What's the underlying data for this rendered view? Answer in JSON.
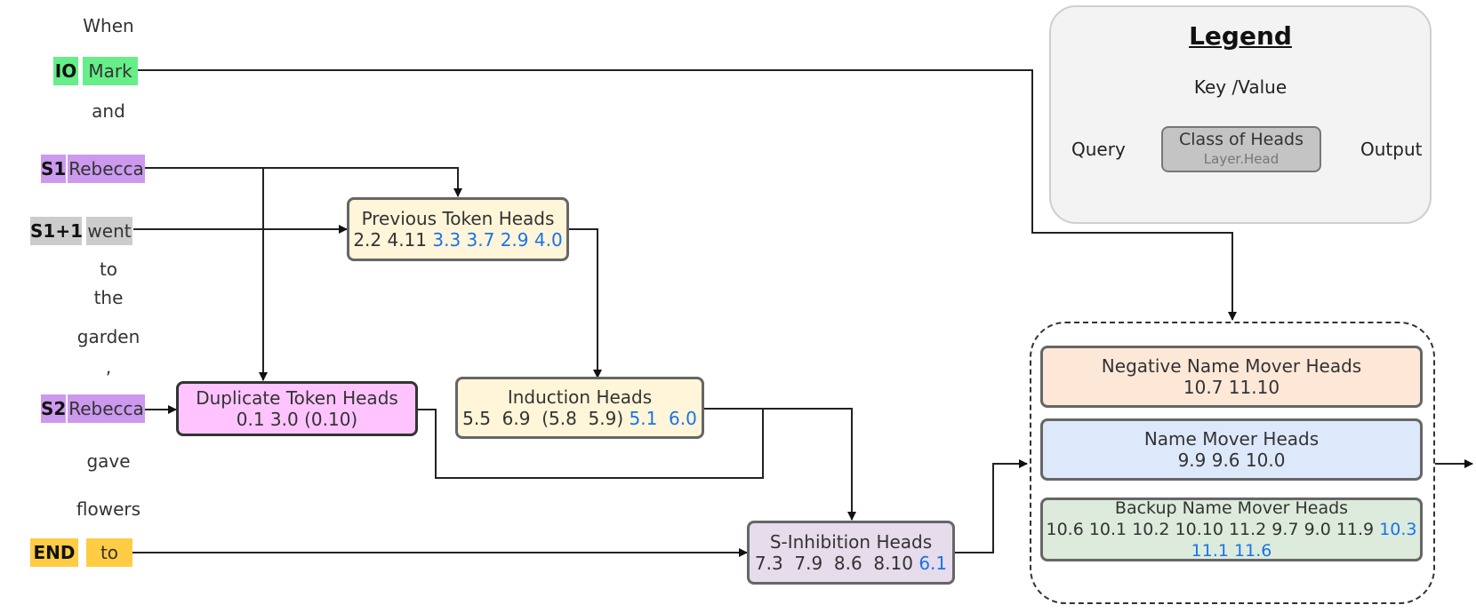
{
  "sentence": {
    "words": {
      "when": "When",
      "mark": "Mark",
      "and": "and",
      "rebecca1": "Rebecca",
      "went": "went",
      "to1": "to",
      "the": "the",
      "garden": "garden",
      "comma": ",",
      "rebecca2": "Rebecca",
      "gave": "gave",
      "flowers": "flowers",
      "to2": "to"
    },
    "tags": {
      "io": "IO",
      "s1": "S1",
      "s1p1": "S1+1",
      "s2": "S2",
      "end": "END"
    }
  },
  "colors": {
    "io": "#66ee88",
    "subject": "#cc99ee",
    "s1p1": "#cccccc",
    "end": "#ffcc44",
    "highlight_blue": "#1a73e8"
  },
  "boxes": {
    "previous_token": {
      "title": "Previous Token Heads",
      "heads_plain": "2.2 4.11",
      "heads_blue": "3.3 3.7 2.9 4.0",
      "fill": "#fff5d9"
    },
    "duplicate_token": {
      "title": "Duplicate Token Heads",
      "heads_plain": "0.1 3.0 (0.10)",
      "fill": "#ffc4ff"
    },
    "induction": {
      "title": "Induction Heads",
      "heads_plain": "5.5  6.9  (5.8  5.9)",
      "heads_blue": "5.1  6.0",
      "fill": "#fff5d9"
    },
    "s_inhibition": {
      "title": "S-Inhibition Heads",
      "heads_plain": "7.3  7.9  8.6  8.10",
      "heads_blue": "6.1",
      "fill": "#e6dcec"
    },
    "negative_name_mover": {
      "title": "Negative Name Mover Heads",
      "heads_plain": "10.7 11.10",
      "fill": "#fde8d8"
    },
    "name_mover": {
      "title": "Name Mover Heads",
      "heads_plain": "9.9 9.6 10.0",
      "fill": "#dde9fa"
    },
    "backup_name_mover": {
      "title": "Backup Name Mover Heads",
      "heads_plain": "10.6 10.1 10.2 10.10 11.2 9.7 9.0 11.9",
      "heads_blue_1": "10.3",
      "heads_blue_2": "11.1 11.6",
      "fill": "#dcebdc"
    }
  },
  "legend": {
    "title": "Legend",
    "key_value": "Key /Value",
    "query": "Query",
    "output": "Output",
    "class_of_heads": "Class of Heads",
    "layer_head": "Layer.Head",
    "box_fill": "#c4c4c4"
  }
}
